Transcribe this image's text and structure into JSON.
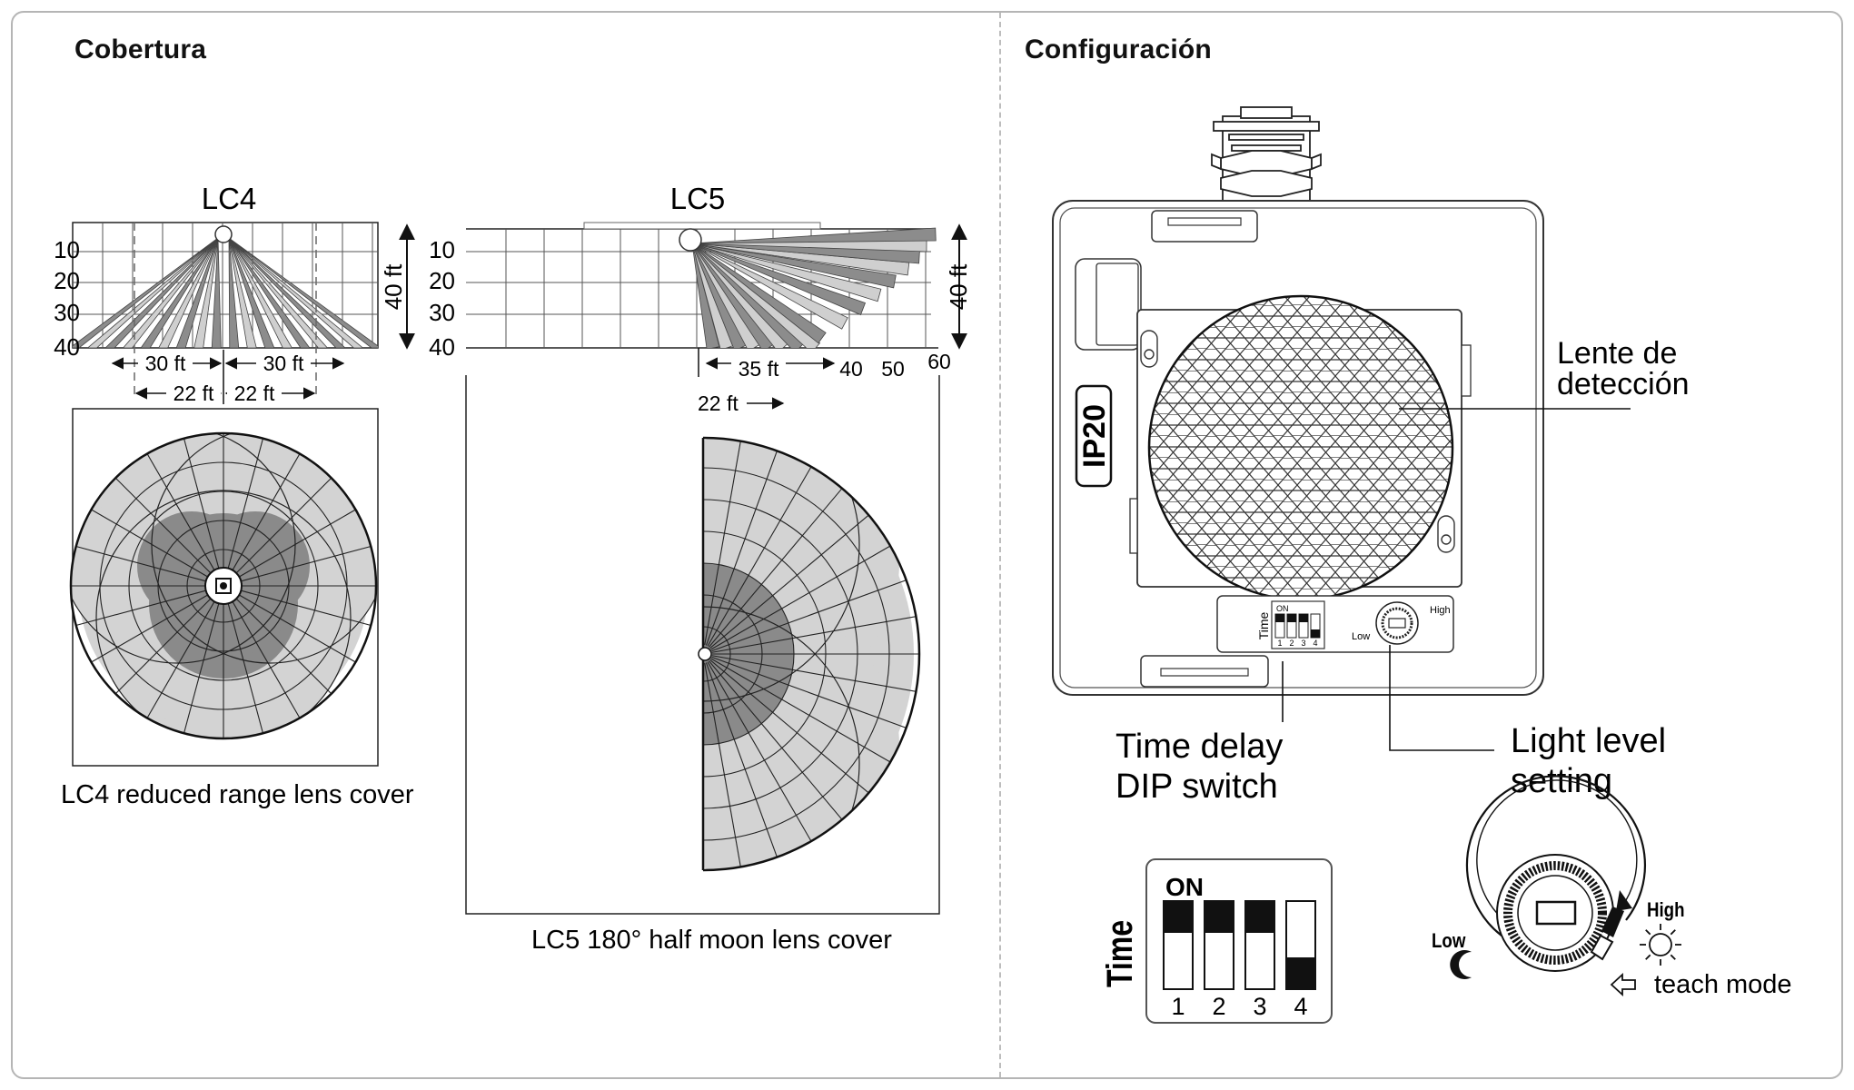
{
  "sections": {
    "coverage_title": "Cobertura",
    "config_title": "Configuración"
  },
  "lc4": {
    "title": "LC4",
    "rows": [
      "10",
      "20",
      "30",
      "40"
    ],
    "height": "40 ft",
    "dim_outer_left": "30 ft",
    "dim_outer_right": "30 ft",
    "dim_inner_left": "22 ft",
    "dim_inner_right": "22 ft",
    "caption": "LC4 reduced range lens cover"
  },
  "lc5": {
    "title": "LC5",
    "rows": [
      "10",
      "20",
      "30",
      "40"
    ],
    "height": "40 ft",
    "dim_35": "35 ft",
    "tick_40": "40",
    "tick_50": "50",
    "tick_60": "60",
    "dim_22": "22 ft",
    "caption": "LC5 180° half moon lens cover"
  },
  "device": {
    "rating": "IP20",
    "lens_label_line1": "Lente de",
    "lens_label_line2": "detección",
    "dip_label_line1": "Time delay",
    "dip_label_line2": "DIP switch",
    "light_label_line1": "Light level",
    "light_label_line2": "setting",
    "small_time": "Time",
    "small_on": "ON",
    "small_low": "Low",
    "small_high": "High"
  },
  "dip_detail": {
    "time_label": "Time",
    "on_label": "ON",
    "switches": [
      {
        "number": "1",
        "state": "on"
      },
      {
        "number": "2",
        "state": "on"
      },
      {
        "number": "3",
        "state": "on"
      },
      {
        "number": "4",
        "state": "off"
      }
    ]
  },
  "knob_detail": {
    "low_label": "Low",
    "high_label": "High",
    "teach_label": "teach mode"
  },
  "colors": {
    "light_zone": "#cfcfcf",
    "dark_zone": "#8c8c8c",
    "line": "#1a1a1a"
  }
}
